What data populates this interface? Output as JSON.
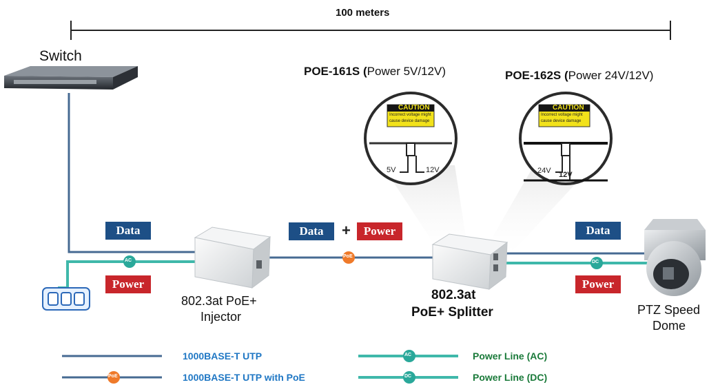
{
  "distance": {
    "label": "100 meters"
  },
  "devices": {
    "switch": "Switch",
    "injector": [
      "802.3at PoE+",
      "Injector"
    ],
    "splitter": [
      "802.3at",
      "PoE+ Splitter"
    ],
    "camera": [
      "PTZ Speed",
      "Dome"
    ]
  },
  "models": [
    {
      "name": "POE-161S",
      "paren": "(",
      "power": "Power 5V/12V)"
    },
    {
      "name": "POE-162S",
      "paren": "(",
      "power": "Power 24V/12V)"
    }
  ],
  "switch_details": [
    {
      "caution": "CAUTION",
      "warn1": "Incorrect voltage might",
      "warn2": "cause device damage",
      "left": "5V",
      "right": "12V"
    },
    {
      "caution": "CAUTION",
      "warn1": "Incorrect voltage might",
      "warn2": "cause device damage",
      "left": "24V",
      "right": "12V"
    }
  ],
  "tags": {
    "data": "Data",
    "power": "Power",
    "plus": "+"
  },
  "connectors": {
    "ac": "AC",
    "poe": "PoE",
    "dc": "DC"
  },
  "legend": [
    {
      "label": "1000BASE-T UTP",
      "color": "#1f77c4"
    },
    {
      "label": "1000BASE-T UTP with PoE",
      "color": "#1f77c4"
    },
    {
      "label": "Power Line (AC)",
      "color": "#1a7a3a"
    },
    {
      "label": "Power Line (DC)",
      "color": "#1a7a3a"
    }
  ],
  "colors": {
    "utp": "#466a92",
    "power_line": "#3fb8aa",
    "data_tag": "#1d4f86",
    "power_tag": "#c8262b",
    "poe_dot": "#ef7a2a",
    "connector_dot": "#2aa89a",
    "caution_yellow": "#f2e21b"
  }
}
